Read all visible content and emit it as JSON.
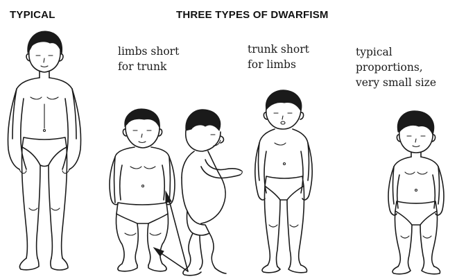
{
  "headings": {
    "typical": "TYPICAL",
    "types": "THREE TYPES OF DWARFISM"
  },
  "captions": {
    "limbs_short": [
      "limbs short",
      "for trunk"
    ],
    "trunk_short": [
      "trunk short",
      "for limbs"
    ],
    "proportional": [
      "typical",
      "proportions,",
      "very small size"
    ]
  },
  "figures": [
    "typical-child",
    "short-limbed-child-front",
    "short-limbed-child-side",
    "short-trunk-child",
    "proportional-dwarf-child"
  ],
  "colors": {
    "ink": "#1a1a1a",
    "background": "#ffffff"
  }
}
